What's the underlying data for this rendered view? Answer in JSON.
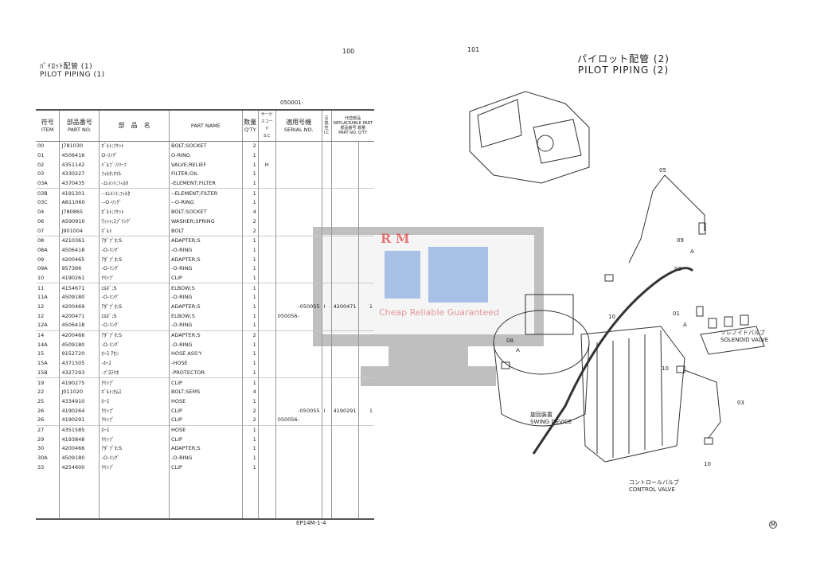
{
  "left_page": {
    "page_number": "100",
    "title_jp": "ﾊﾟｲﾛｯﾄ配管 (1)",
    "title_en": "PILOT PIPING (1)",
    "serial_range": "050001-",
    "footer_code": "EP14M-1-4"
  },
  "right_page": {
    "page_number": "101",
    "title_jp": "パイロット配管 (2)",
    "title_en": "PILOT PIPING (2)",
    "corner_mark": "M"
  },
  "table": {
    "headers": {
      "item_jp": "符号",
      "item": "ITEM",
      "partno_jp": "部品番号",
      "partno": "PART NO.",
      "name_jp": "部　品　名",
      "name": "PART NAME",
      "qty_jp": "数量",
      "qty": "Q'TY",
      "sc_jp": "サービスコード",
      "sc": "S.C",
      "serial_jp": "適用号機",
      "serial": "SERIAL NO.",
      "ic_jp": "互換性",
      "ic": "I.C",
      "repl_jp": "代替部品",
      "repl": "REPLACEABLE PART",
      "repl_partno_jp": "部品番号",
      "repl_partno": "PART NO.",
      "repl_qty_jp": "数量",
      "repl_qty": "Q'TY"
    },
    "rows": [
      {
        "item": "00",
        "part_no": "J781030",
        "name_jp": "ﾎﾞﾙﾄ;ｿｹｯﾄ",
        "name": "BOLT;SOCKET",
        "qty": "2",
        "sc": "",
        "serial": "",
        "ic": "",
        "repl_part": "",
        "repl_qty": ""
      },
      {
        "item": "01",
        "part_no": "4506416",
        "name_jp": "O-ﾘﾝｸﾞ",
        "name": "O-RING",
        "qty": "1",
        "sc": "",
        "serial": "",
        "ic": "",
        "repl_part": "",
        "repl_qty": ""
      },
      {
        "item": "02",
        "part_no": "4351142",
        "name_jp": "ﾊﾞﾙﾌﾞ;ﾘﾘｰﾌ",
        "name": "VALVE;RELIEF",
        "qty": "1",
        "sc": "H",
        "serial": "",
        "ic": "",
        "repl_part": "",
        "repl_qty": ""
      },
      {
        "item": "03",
        "part_no": "4330227",
        "name_jp": "ﾌｨﾙﾀ;ｵｲﾙ",
        "name": "FILTER;OIL",
        "qty": "1",
        "sc": "",
        "serial": "",
        "ic": "",
        "repl_part": "",
        "repl_qty": ""
      },
      {
        "item": "03A",
        "part_no": "4370435",
        "name_jp": "-ｴﾚﾒﾝﾄ;ﾌｨﾙﾀ",
        "name": "-ELEMENT;FILTER",
        "qty": "1",
        "sc": "",
        "serial": "",
        "ic": "",
        "repl_part": "",
        "repl_qty": ""
      },
      {
        "item": "03B",
        "part_no": "4191301",
        "name_jp": "--ｴﾚﾒﾝﾄ;ﾌｨﾙﾀ",
        "name": "--ELEMENT;FILTER",
        "qty": "1",
        "sc": "",
        "serial": "",
        "ic": "",
        "repl_part": "",
        "repl_qty": "",
        "sep": true
      },
      {
        "item": "03C",
        "part_no": "A811060",
        "name_jp": "--O-ﾘﾝｸﾞ",
        "name": "--O-RING",
        "qty": "1",
        "sc": "",
        "serial": "",
        "ic": "",
        "repl_part": "",
        "repl_qty": ""
      },
      {
        "item": "04",
        "part_no": "J780865",
        "name_jp": "ﾎﾞﾙﾄ;ｿｹｯﾄ",
        "name": "BOLT;SOCKET",
        "qty": "4",
        "sc": "",
        "serial": "",
        "ic": "",
        "repl_part": "",
        "repl_qty": ""
      },
      {
        "item": "06",
        "part_no": "A590910",
        "name_jp": "ﾜｯｼｬ;ｽﾌﾟﾘﾝｸﾞ",
        "name": "WASHER;SPRING",
        "qty": "2",
        "sc": "",
        "serial": "",
        "ic": "",
        "repl_part": "",
        "repl_qty": ""
      },
      {
        "item": "07",
        "part_no": "J901004",
        "name_jp": "ﾎﾞﾙﾄ",
        "name": "BOLT",
        "qty": "2",
        "sc": "",
        "serial": "",
        "ic": "",
        "repl_part": "",
        "repl_qty": ""
      },
      {
        "item": "08",
        "part_no": "4210361",
        "name_jp": "ｱﾀﾞﾌﾟﾀ;S",
        "name": "ADAPTER;S",
        "qty": "1",
        "sc": "",
        "serial": "",
        "ic": "",
        "repl_part": "",
        "repl_qty": "",
        "sep": true
      },
      {
        "item": "08A",
        "part_no": "4506418",
        "name_jp": "-O-ﾘﾝｸﾞ",
        "name": "-O-RING",
        "qty": "1",
        "sc": "",
        "serial": "",
        "ic": "",
        "repl_part": "",
        "repl_qty": ""
      },
      {
        "item": "09",
        "part_no": "4200465",
        "name_jp": "ｱﾀﾞﾌﾟﾀ;S",
        "name": "ADAPTER;S",
        "qty": "1",
        "sc": "",
        "serial": "",
        "ic": "",
        "repl_part": "",
        "repl_qty": ""
      },
      {
        "item": "09A",
        "part_no": "957366",
        "name_jp": "-O-ﾘﾝｸﾞ",
        "name": "-O-RING",
        "qty": "1",
        "sc": "",
        "serial": "",
        "ic": "",
        "repl_part": "",
        "repl_qty": ""
      },
      {
        "item": "10",
        "part_no": "4190261",
        "name_jp": "ｸﾘｯﾌﾟ",
        "name": "CLIP",
        "qty": "1",
        "sc": "",
        "serial": "",
        "ic": "",
        "repl_part": "",
        "repl_qty": ""
      },
      {
        "item": "11",
        "part_no": "4154671",
        "name_jp": "ｴﾙﾎﾞ;S",
        "name": "ELBOW;S",
        "qty": "1",
        "sc": "",
        "serial": "",
        "ic": "",
        "repl_part": "",
        "repl_qty": "",
        "sep": true
      },
      {
        "item": "11A",
        "part_no": "4509180",
        "name_jp": "-O-ﾘﾝｸﾞ",
        "name": "-O-RING",
        "qty": "1",
        "sc": "",
        "serial": "",
        "ic": "",
        "repl_part": "",
        "repl_qty": ""
      },
      {
        "item": "12",
        "part_no": "4200469",
        "name_jp": "ｱﾀﾞﾌﾟﾀ;S",
        "name": "ADAPTER;S",
        "qty": "1",
        "sc": "",
        "serial": "-050055",
        "ic": "I",
        "repl_part": "4200471",
        "repl_qty": "1"
      },
      {
        "item": "12",
        "part_no": "4200471",
        "name_jp": "ｴﾙﾎﾞ;S",
        "name": "ELBOW;S",
        "qty": "1",
        "sc": "",
        "serial": "050056-",
        "ic": "",
        "repl_part": "",
        "repl_qty": ""
      },
      {
        "item": "12A",
        "part_no": "4506418",
        "name_jp": "-O-ﾘﾝｸﾞ",
        "name": "-O-RING",
        "qty": "1",
        "sc": "",
        "serial": "",
        "ic": "",
        "repl_part": "",
        "repl_qty": ""
      },
      {
        "item": "14",
        "part_no": "4200466",
        "name_jp": "ｱﾀﾞﾌﾟﾀ;S",
        "name": "ADAPTER;S",
        "qty": "2",
        "sc": "",
        "serial": "",
        "ic": "",
        "repl_part": "",
        "repl_qty": "",
        "sep": true
      },
      {
        "item": "14A",
        "part_no": "4509180",
        "name_jp": "-O-ﾘﾝｸﾞ",
        "name": "-O-RING",
        "qty": "1",
        "sc": "",
        "serial": "",
        "ic": "",
        "repl_part": "",
        "repl_qty": ""
      },
      {
        "item": "15",
        "part_no": "9152720",
        "name_jp": "ﾎｰｽ ｱｾﾝ",
        "name": "HOSE ASS'Y",
        "qty": "1",
        "sc": "",
        "serial": "",
        "ic": "",
        "repl_part": "",
        "repl_qty": ""
      },
      {
        "item": "15A",
        "part_no": "4371505",
        "name_jp": "-ﾎｰｽ",
        "name": "-HOSE",
        "qty": "1",
        "sc": "",
        "serial": "",
        "ic": "",
        "repl_part": "",
        "repl_qty": ""
      },
      {
        "item": "15B",
        "part_no": "4327293",
        "name_jp": "-ﾌﾟﾛﾃｸﾀ",
        "name": "-PROTECTOR",
        "qty": "1",
        "sc": "",
        "serial": "",
        "ic": "",
        "repl_part": "",
        "repl_qty": ""
      },
      {
        "item": "19",
        "part_no": "4190275",
        "name_jp": "ｸﾘｯﾌﾟ",
        "name": "CLIP",
        "qty": "1",
        "sc": "",
        "serial": "",
        "ic": "",
        "repl_part": "",
        "repl_qty": "",
        "sep": true
      },
      {
        "item": "22",
        "part_no": "J011020",
        "name_jp": "ﾎﾞﾙﾄ;ｾﾑｽ",
        "name": "BOLT;SEMS",
        "qty": "4",
        "sc": "",
        "serial": "",
        "ic": "",
        "repl_part": "",
        "repl_qty": ""
      },
      {
        "item": "25",
        "part_no": "4334910",
        "name_jp": "ﾎｰｽ",
        "name": "HOSE",
        "qty": "1",
        "sc": "",
        "serial": "",
        "ic": "",
        "repl_part": "",
        "repl_qty": ""
      },
      {
        "item": "26",
        "part_no": "4190264",
        "name_jp": "ｸﾘｯﾌﾟ",
        "name": "CLIP",
        "qty": "2",
        "sc": "",
        "serial": "-050055",
        "ic": "I",
        "repl_part": "4190291",
        "repl_qty": "1"
      },
      {
        "item": "26",
        "part_no": "4190291",
        "name_jp": "ｸﾘｯﾌﾟ",
        "name": "CLIP",
        "qty": "2",
        "sc": "",
        "serial": "050056-",
        "ic": "",
        "repl_part": "",
        "repl_qty": ""
      },
      {
        "item": "27",
        "part_no": "4351585",
        "name_jp": "ﾎｰｽ",
        "name": "HOSE",
        "qty": "1",
        "sc": "",
        "serial": "",
        "ic": "",
        "repl_part": "",
        "repl_qty": "",
        "sep": true
      },
      {
        "item": "29",
        "part_no": "4193848",
        "name_jp": "ｸﾘｯﾌﾟ",
        "name": "CLIP",
        "qty": "1",
        "sc": "",
        "serial": "",
        "ic": "",
        "repl_part": "",
        "repl_qty": ""
      },
      {
        "item": "30",
        "part_no": "4200466",
        "name_jp": "ｱﾀﾞﾌﾟﾀ;S",
        "name": "ADAPTER;S",
        "qty": "1",
        "sc": "",
        "serial": "",
        "ic": "",
        "repl_part": "",
        "repl_qty": ""
      },
      {
        "item": "30A",
        "part_no": "4509180",
        "name_jp": "-O-ﾘﾝｸﾞ",
        "name": "-O-RING",
        "qty": "1",
        "sc": "",
        "serial": "",
        "ic": "",
        "repl_part": "",
        "repl_qty": ""
      },
      {
        "item": "33",
        "part_no": "4254600",
        "name_jp": "ｸﾘｯﾌﾟ",
        "name": "CLIP",
        "qty": "1",
        "sc": "",
        "serial": "",
        "ic": "",
        "repl_part": "",
        "repl_qty": ""
      }
    ]
  },
  "diagram": {
    "callouts": [
      "05",
      "09",
      "A",
      "02",
      "01",
      "A",
      "10",
      "08",
      "A",
      "10",
      "03",
      "10"
    ],
    "solenoid_jp": "ソレノイドバルブ",
    "solenoid_en": "SOLENOID VALVE",
    "swing_jp": "旋回装置",
    "swing_en": "SWING DEVICE",
    "control_jp": "コントロールバルブ",
    "control_en": "CONTROL VALVE"
  },
  "watermark": {
    "logo": "R M",
    "tagline": "Cheap Reliable Guaranteed",
    "logo_color": "#e04040",
    "accent": "#4a7fd0"
  }
}
